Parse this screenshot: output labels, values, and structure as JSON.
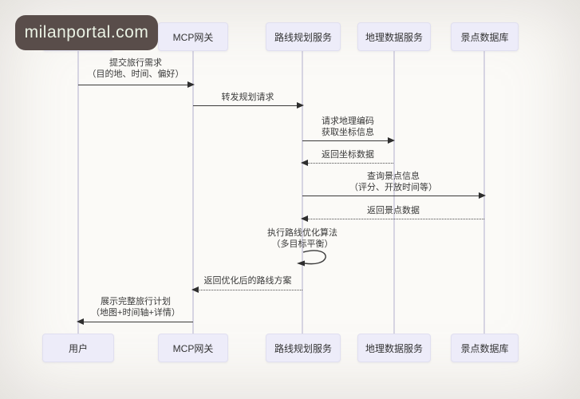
{
  "watermark": {
    "text": "milanportal.com",
    "bg_color": "#594d4a",
    "text_color": "#eaf2e4"
  },
  "colors": {
    "background": "#fbfaf7",
    "actor_fill": "#edecf9",
    "actor_border": "#e0dff0",
    "lifeline": "#d6d4e2",
    "arrow": "#3a3a3a"
  },
  "actors": [
    {
      "id": "user",
      "label": "用户"
    },
    {
      "id": "mcp-gateway",
      "label": "MCP网关"
    },
    {
      "id": "route-planning-service",
      "label": "路线规划服务"
    },
    {
      "id": "geo-data-service",
      "label": "地理数据服务"
    },
    {
      "id": "poi-database",
      "label": "景点数据库"
    }
  ],
  "messages": [
    {
      "from": "用户",
      "to": "MCP网关",
      "style": "solid",
      "line1": "提交旅行需求",
      "line2": "（目的地、时间、偏好）"
    },
    {
      "from": "MCP网关",
      "to": "路线规划服务",
      "style": "solid",
      "line1": "转发规划请求"
    },
    {
      "from": "路线规划服务",
      "to": "地理数据服务",
      "style": "solid",
      "line1": "请求地理编码",
      "line2": "获取坐标信息"
    },
    {
      "from": "地理数据服务",
      "to": "路线规划服务",
      "style": "dotted",
      "line1": "返回坐标数据"
    },
    {
      "from": "路线规划服务",
      "to": "景点数据库",
      "style": "solid",
      "line1": "查询景点信息",
      "line2": "（评分、开放时间等）"
    },
    {
      "from": "景点数据库",
      "to": "路线规划服务",
      "style": "dotted",
      "line1": "返回景点数据"
    },
    {
      "from": "路线规划服务",
      "to": "路线规划服务",
      "style": "self",
      "line1": "执行路线优化算法",
      "line2": "（多目标平衡）"
    },
    {
      "from": "路线规划服务",
      "to": "MCP网关",
      "style": "dotted",
      "line1": "返回优化后的路线方案"
    },
    {
      "from": "MCP网关",
      "to": "用户",
      "style": "solid",
      "line1": "展示完整旅行计划",
      "line2": "（地图+时间轴+详情）"
    }
  ]
}
